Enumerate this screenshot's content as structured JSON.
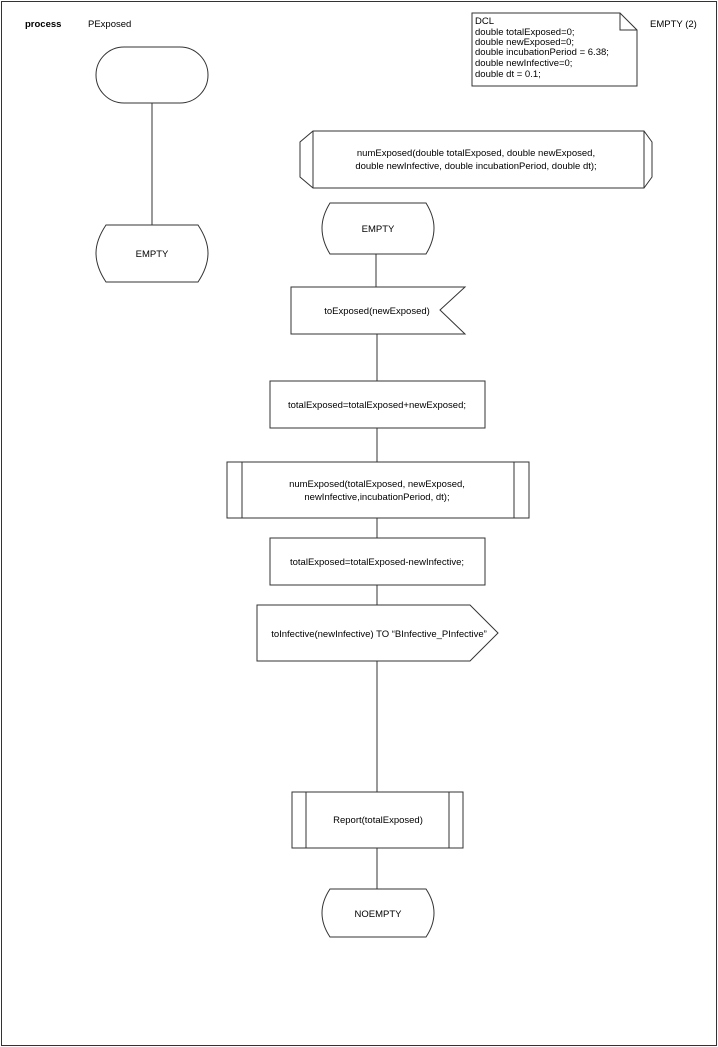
{
  "header": {
    "keyword": "process",
    "name": "PExposed",
    "page": "EMPTY (2)"
  },
  "dcl": {
    "lines": [
      "DCL",
      "double totalExposed=0;",
      "double newExposed=0;",
      "double incubationPeriod = 6.38;",
      "double newInfective=0;",
      "double dt = 0.1;"
    ]
  },
  "start_state": {
    "label": "EMPTY"
  },
  "procedure_decl": {
    "lines": [
      "numExposed(double totalExposed, double newExposed,",
      "double newInfective, double incubationPeriod, double dt);"
    ]
  },
  "state_empty": {
    "label": "EMPTY"
  },
  "input": {
    "label": "toExposed(newExposed)"
  },
  "task1": {
    "label": "totalExposed=totalExposed+newExposed;"
  },
  "proc_call": {
    "lines": [
      "numExposed(totalExposed, newExposed,",
      "newInfective,incubationPeriod, dt);"
    ]
  },
  "task2": {
    "label": "totalExposed=totalExposed-newInfective;"
  },
  "output": {
    "label": "toInfective(newInfective) TO “BInfective_PInfective”"
  },
  "report_call": {
    "label": "Report(totalExposed)"
  },
  "next_state": {
    "label": "NOEMPTY"
  }
}
